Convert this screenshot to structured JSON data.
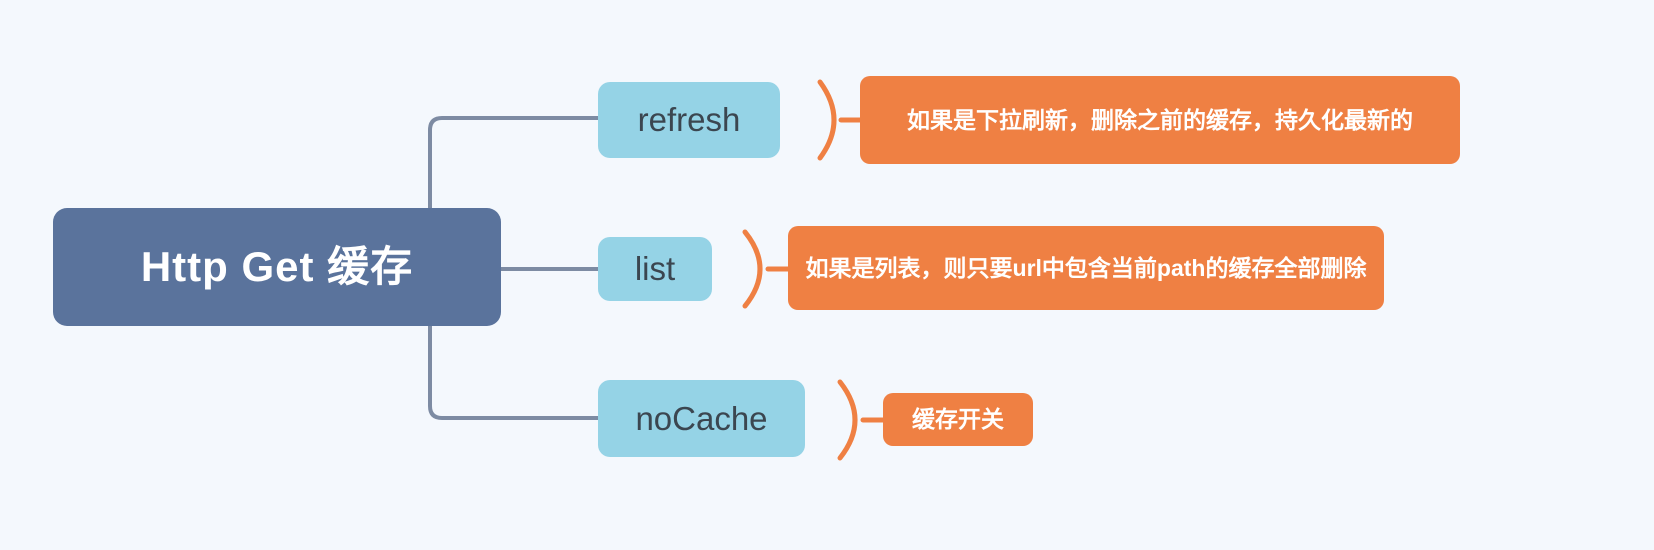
{
  "diagram": {
    "type": "mind-map",
    "title": "Http Get 缓存",
    "colors": {
      "background": "#f4f8fd",
      "root_fill": "#5a739c",
      "root_text": "#ffffff",
      "branch_fill": "#95d3e6",
      "branch_text": "#3b4650",
      "note_fill": "#ef8043",
      "note_text": "#ffffff",
      "connector_line": "#7d8ba3",
      "arc_connector": "#ef8043"
    },
    "root": {
      "label": "Http Get 缓存"
    },
    "branches": [
      {
        "id": "refresh",
        "label": "refresh",
        "note": "如果是下拉刷新，删除之前的缓存，持久化最新的"
      },
      {
        "id": "list",
        "label": "list",
        "note": "如果是列表，则只要url中包含当前path的缓存全部删除"
      },
      {
        "id": "noCache",
        "label": "noCache",
        "note": "缓存开关"
      }
    ]
  }
}
